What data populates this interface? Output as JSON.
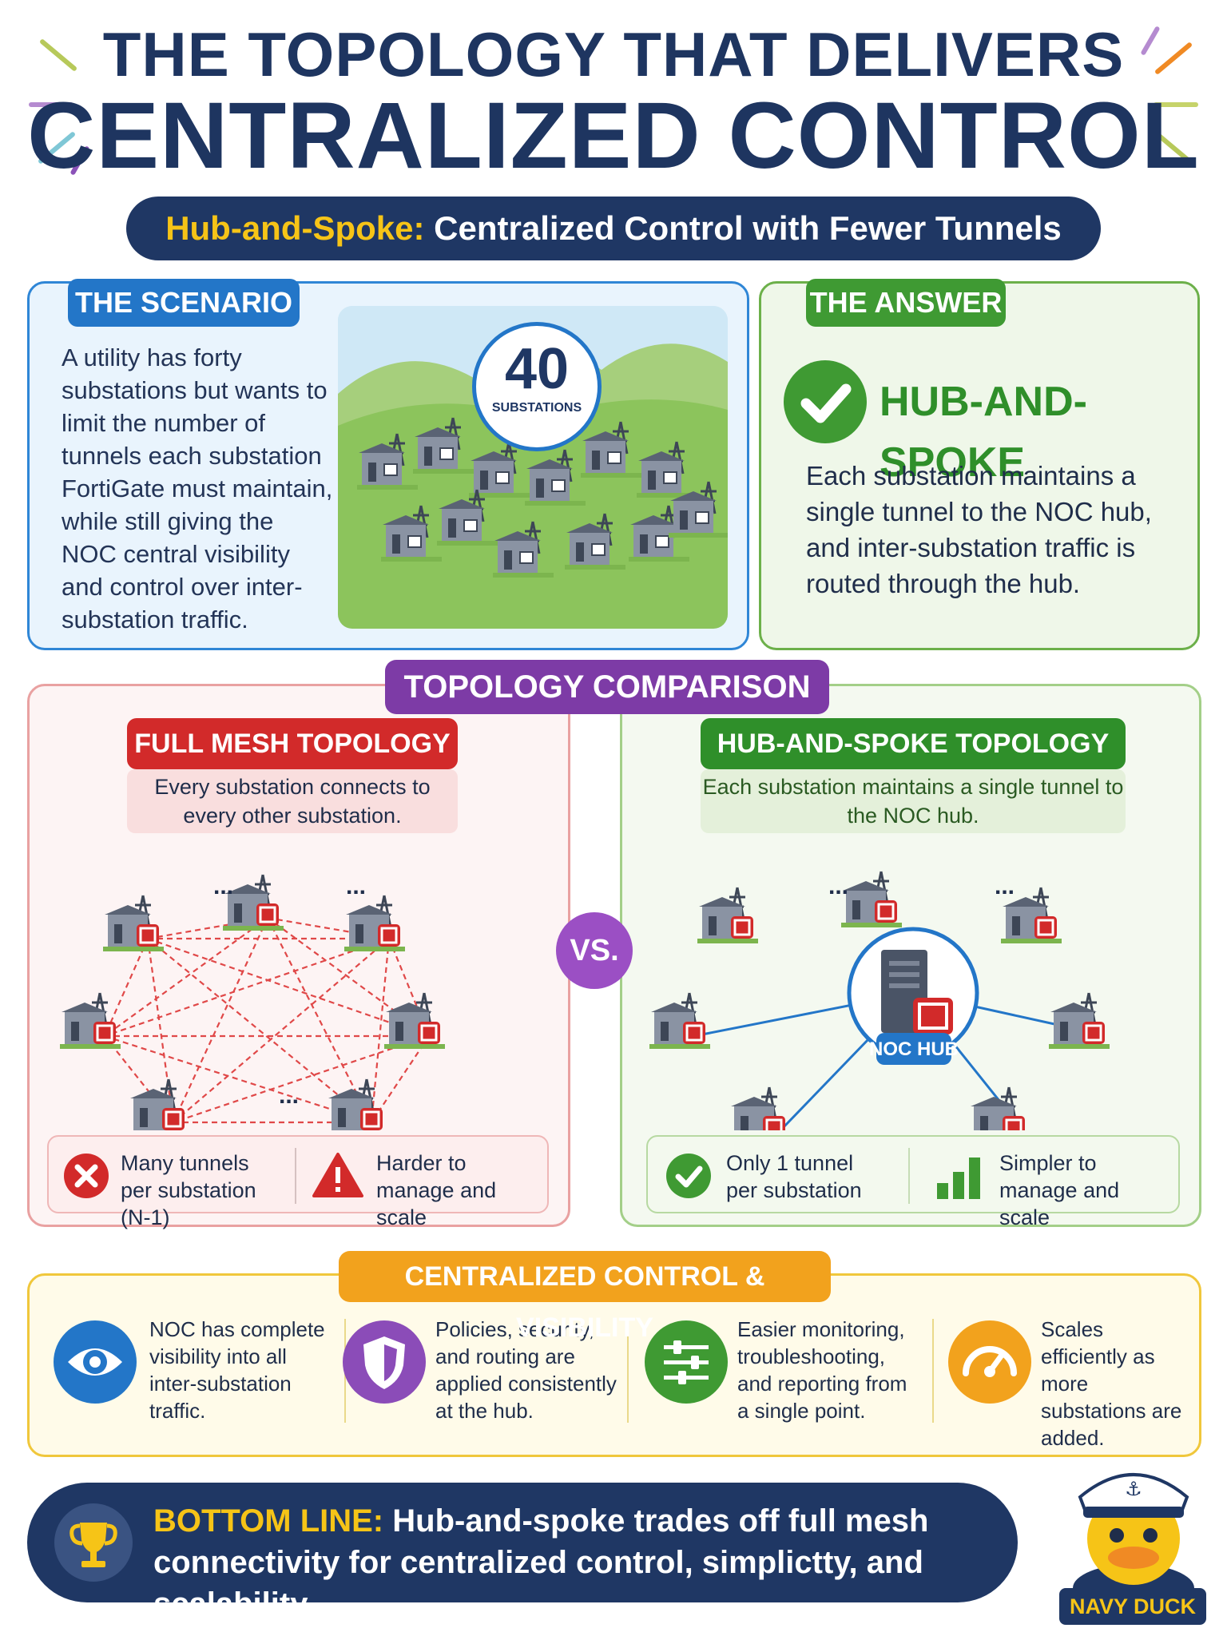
{
  "header": {
    "title_line1": "THE TOPOLOGY THAT DELIVERS",
    "title_line2": "CENTRALIZED CONTROL",
    "subtitle_highlight": "Hub-and-Spoke:",
    "subtitle_rest": "Centralized Control with Fewer Tunnels"
  },
  "scenario": {
    "tag": "THE SCENARIO",
    "text": "A utility has forty substations but wants to limit the number of tunnels each substation FortiGate must maintain, while still giving the NOC central visibility and control over inter-substation traffic.",
    "badge_number": "40",
    "badge_label": "SUBSTATIONS"
  },
  "answer": {
    "tag": "THE ANSWER",
    "title": "HUB-AND-SPOKE",
    "text": "Each substation maintains a single tunnel to the NOC hub, and inter-substation traffic is routed through the hub."
  },
  "comparison": {
    "tag": "TOPOLOGY COMPARISON",
    "vs": "VS.",
    "mesh": {
      "tag": "FULL MESH TOPOLOGY",
      "desc": "Every substation connects to every other substation.",
      "con1": "Many tunnels per substation (N-1)",
      "con2": "Harder to manage and scale",
      "ellipsis": "..."
    },
    "hub": {
      "tag": "HUB-AND-SPOKE TOPOLOGY",
      "desc": "Each substation maintains a single tunnel to the NOC hub.",
      "hub_label": "NOC HUB",
      "pro1": "Only 1 tunnel per substation",
      "pro2": "Simpler to manage and scale",
      "ellipsis": "..."
    }
  },
  "control": {
    "tag": "CENTRALIZED CONTROL & VISIBILITY",
    "items": [
      {
        "icon": "eye-icon",
        "text": "NOC has complete visibility into all inter-substation traffic."
      },
      {
        "icon": "shield-icon",
        "text": "Policies, security, and routing are applied consistently at the hub."
      },
      {
        "icon": "sliders-icon",
        "text": "Easier monitoring, troubleshooting, and reporting from a single point."
      },
      {
        "icon": "gauge-icon",
        "text": "Scales efficiently as more substations are added."
      }
    ]
  },
  "bottom": {
    "highlight": "BOTTOM LINE:",
    "text": "Hub-and-spoke trades off full mesh connectivity for centralized control, simplictty, and scalability."
  },
  "mascot": {
    "label": "NAVY DUCK"
  },
  "colors": {
    "navy": "#1f3764",
    "yellow": "#f6c417",
    "blue": "#2376c8",
    "green": "#3f9a33",
    "red": "#d22a2a",
    "purple": "#7d3ba6",
    "orange": "#f2a21d"
  }
}
